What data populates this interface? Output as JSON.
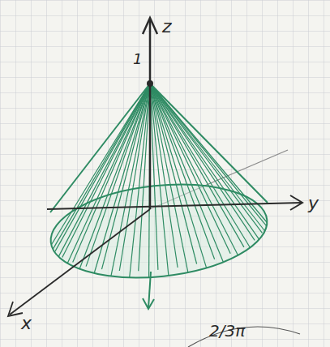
{
  "diagram": {
    "labels": [
      "z",
      "1",
      "y",
      "x",
      "2/3π"
    ]
  }
}
